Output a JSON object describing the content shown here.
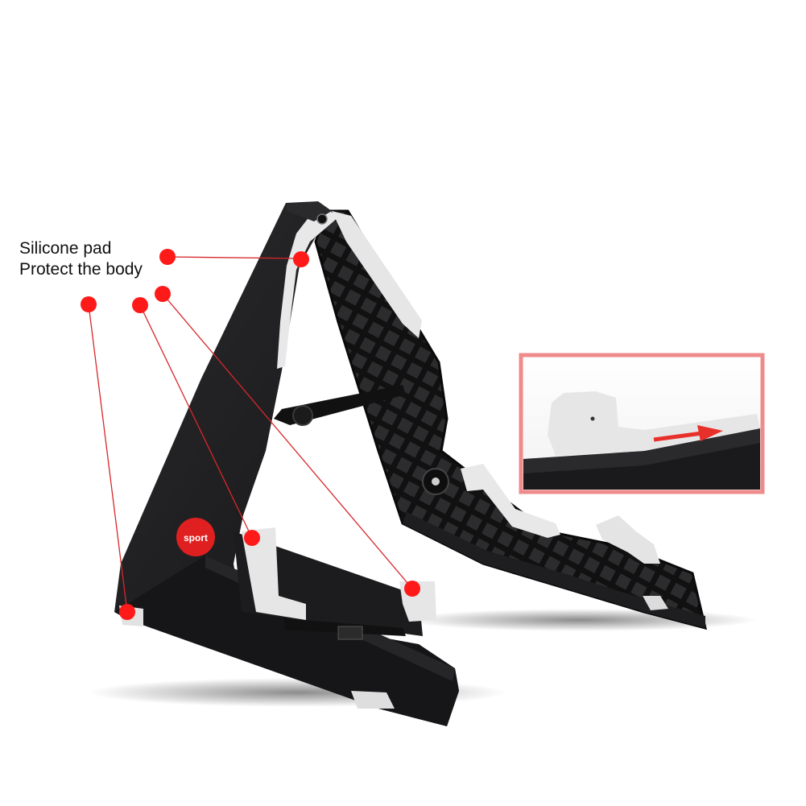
{
  "annotation": {
    "line1": "Silicone pad",
    "line2": "Protect the body"
  },
  "brand_badge": {
    "text": "sport"
  },
  "colors": {
    "marker": "#ff1a1a",
    "stand_body": "#1c1c1e",
    "pad": "#e9e9e9",
    "inset_border": "#f08a8a",
    "arrow": "#e8302a"
  },
  "inset": {
    "icon": "right-arrow-icon"
  }
}
